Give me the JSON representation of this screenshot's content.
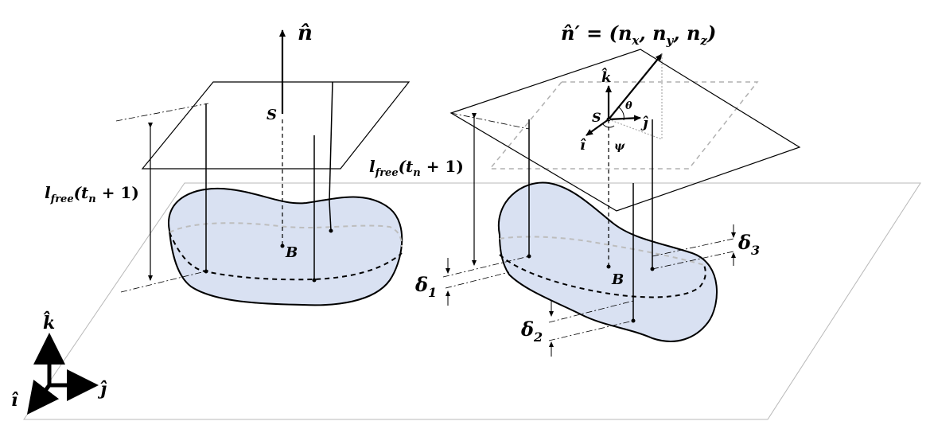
{
  "colors": {
    "body_fill": "#d9e1f2",
    "ink": "#000000",
    "ground_line": "#b8b8b8",
    "hidden_plane": "#b0b0b0"
  },
  "left": {
    "normal_label": "n̂",
    "point_s": "S",
    "point_b": "B",
    "length_label": "l",
    "length_sub": "free",
    "length_arg": "(t",
    "length_arg_sub": "n",
    "length_arg_end": " + 1)"
  },
  "right": {
    "normal_label": "n̂′ = (n",
    "nx_sub": "x",
    "comma1": ", n",
    "ny_sub": "y",
    "comma2": ", n",
    "nz_sub": "z",
    "close": ")",
    "point_s": "S",
    "point_b": "B",
    "k_label": "k̂",
    "i_label": "î",
    "j_label": "ĵ",
    "theta_label": "θ",
    "psi_label": "ψ",
    "length_label": "l",
    "length_sub": "free",
    "length_arg": "(t",
    "length_arg_sub": "n",
    "length_arg_end": " + 1)",
    "delta1": "δ",
    "delta1_sub": "1",
    "delta2": "δ",
    "delta2_sub": "2",
    "delta3": "δ",
    "delta3_sub": "3"
  },
  "axes": {
    "k_label": "k̂",
    "i_label": "î",
    "j_label": "ĵ"
  }
}
